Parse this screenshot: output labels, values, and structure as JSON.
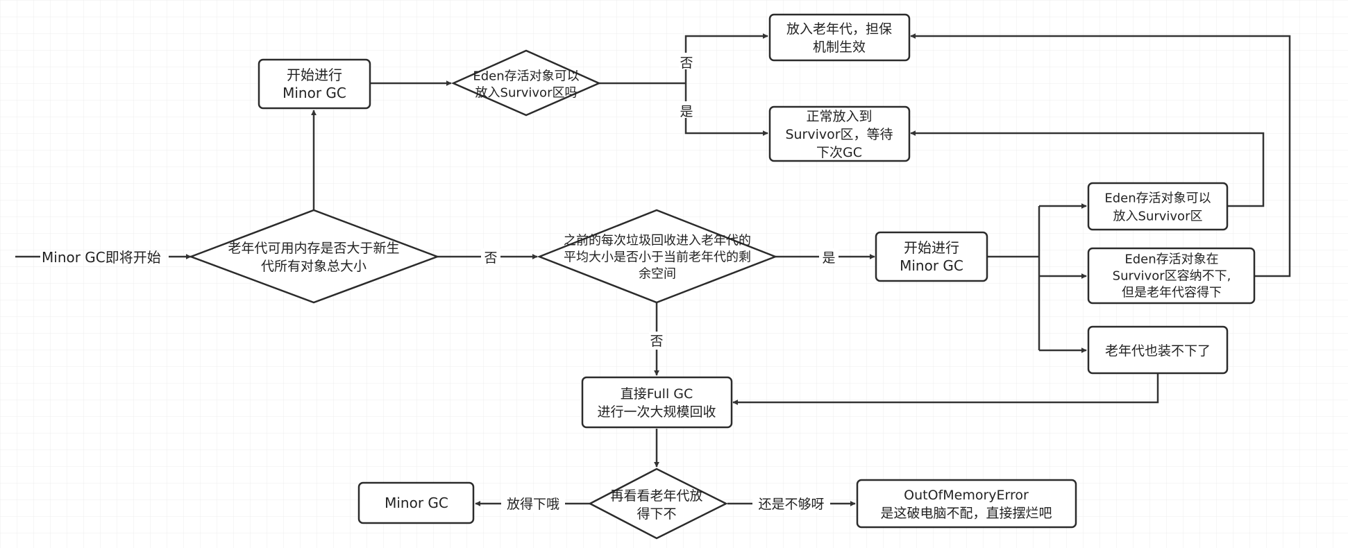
{
  "colors": {
    "grid": "#ececec",
    "stroke": "#2b2b2b",
    "text": "#222222",
    "background": "#ffffff"
  },
  "nodes": {
    "start_label": "Minor GC即将开始",
    "d_old_gt_young": [
      "老年代可用内存是否大于新生",
      "代所有对象总大小"
    ],
    "p_minor_gc_top": [
      "开始进行",
      "Minor GC"
    ],
    "d_eden_fit_survivor": [
      "Eden存活对象可以",
      "放入Survivor区吗"
    ],
    "p_old_guarantee": [
      "放入老年代，担保",
      "机制生效"
    ],
    "p_survivor_normal": [
      "正常放入到",
      "Survivor区，等待",
      "下次GC"
    ],
    "d_avg_promotion": [
      "之前的每次垃圾回收进入老年代的",
      "平均大小是否小于当前老年代的剩",
      "余空间"
    ],
    "p_minor_gc_mid": [
      "开始进行",
      "Minor GC"
    ],
    "p_eden_to_survivor": [
      "Eden存活对象可以",
      "放入Survivor区"
    ],
    "p_eden_to_old": [
      "Eden存活对象在",
      "Survivor区容纳不下,",
      "但是老年代容得下"
    ],
    "p_old_full": [
      "老年代也装不下了"
    ],
    "p_full_gc": [
      "直接Full GC",
      "进行一次大规模回收"
    ],
    "d_old_fit_after": [
      "再看看老年代放",
      "得下不"
    ],
    "p_minor_gc_bottom": [
      "Minor GC"
    ],
    "p_oom": [
      "OutOfMemoryError",
      "是这破电脑不配，直接摆烂吧"
    ]
  },
  "edge_labels": {
    "no_1": "否",
    "no_2": "否",
    "no_3": "否",
    "yes_1": "是",
    "yes_2": "是",
    "fits": "放得下哦",
    "not_enough": "还是不够呀"
  }
}
